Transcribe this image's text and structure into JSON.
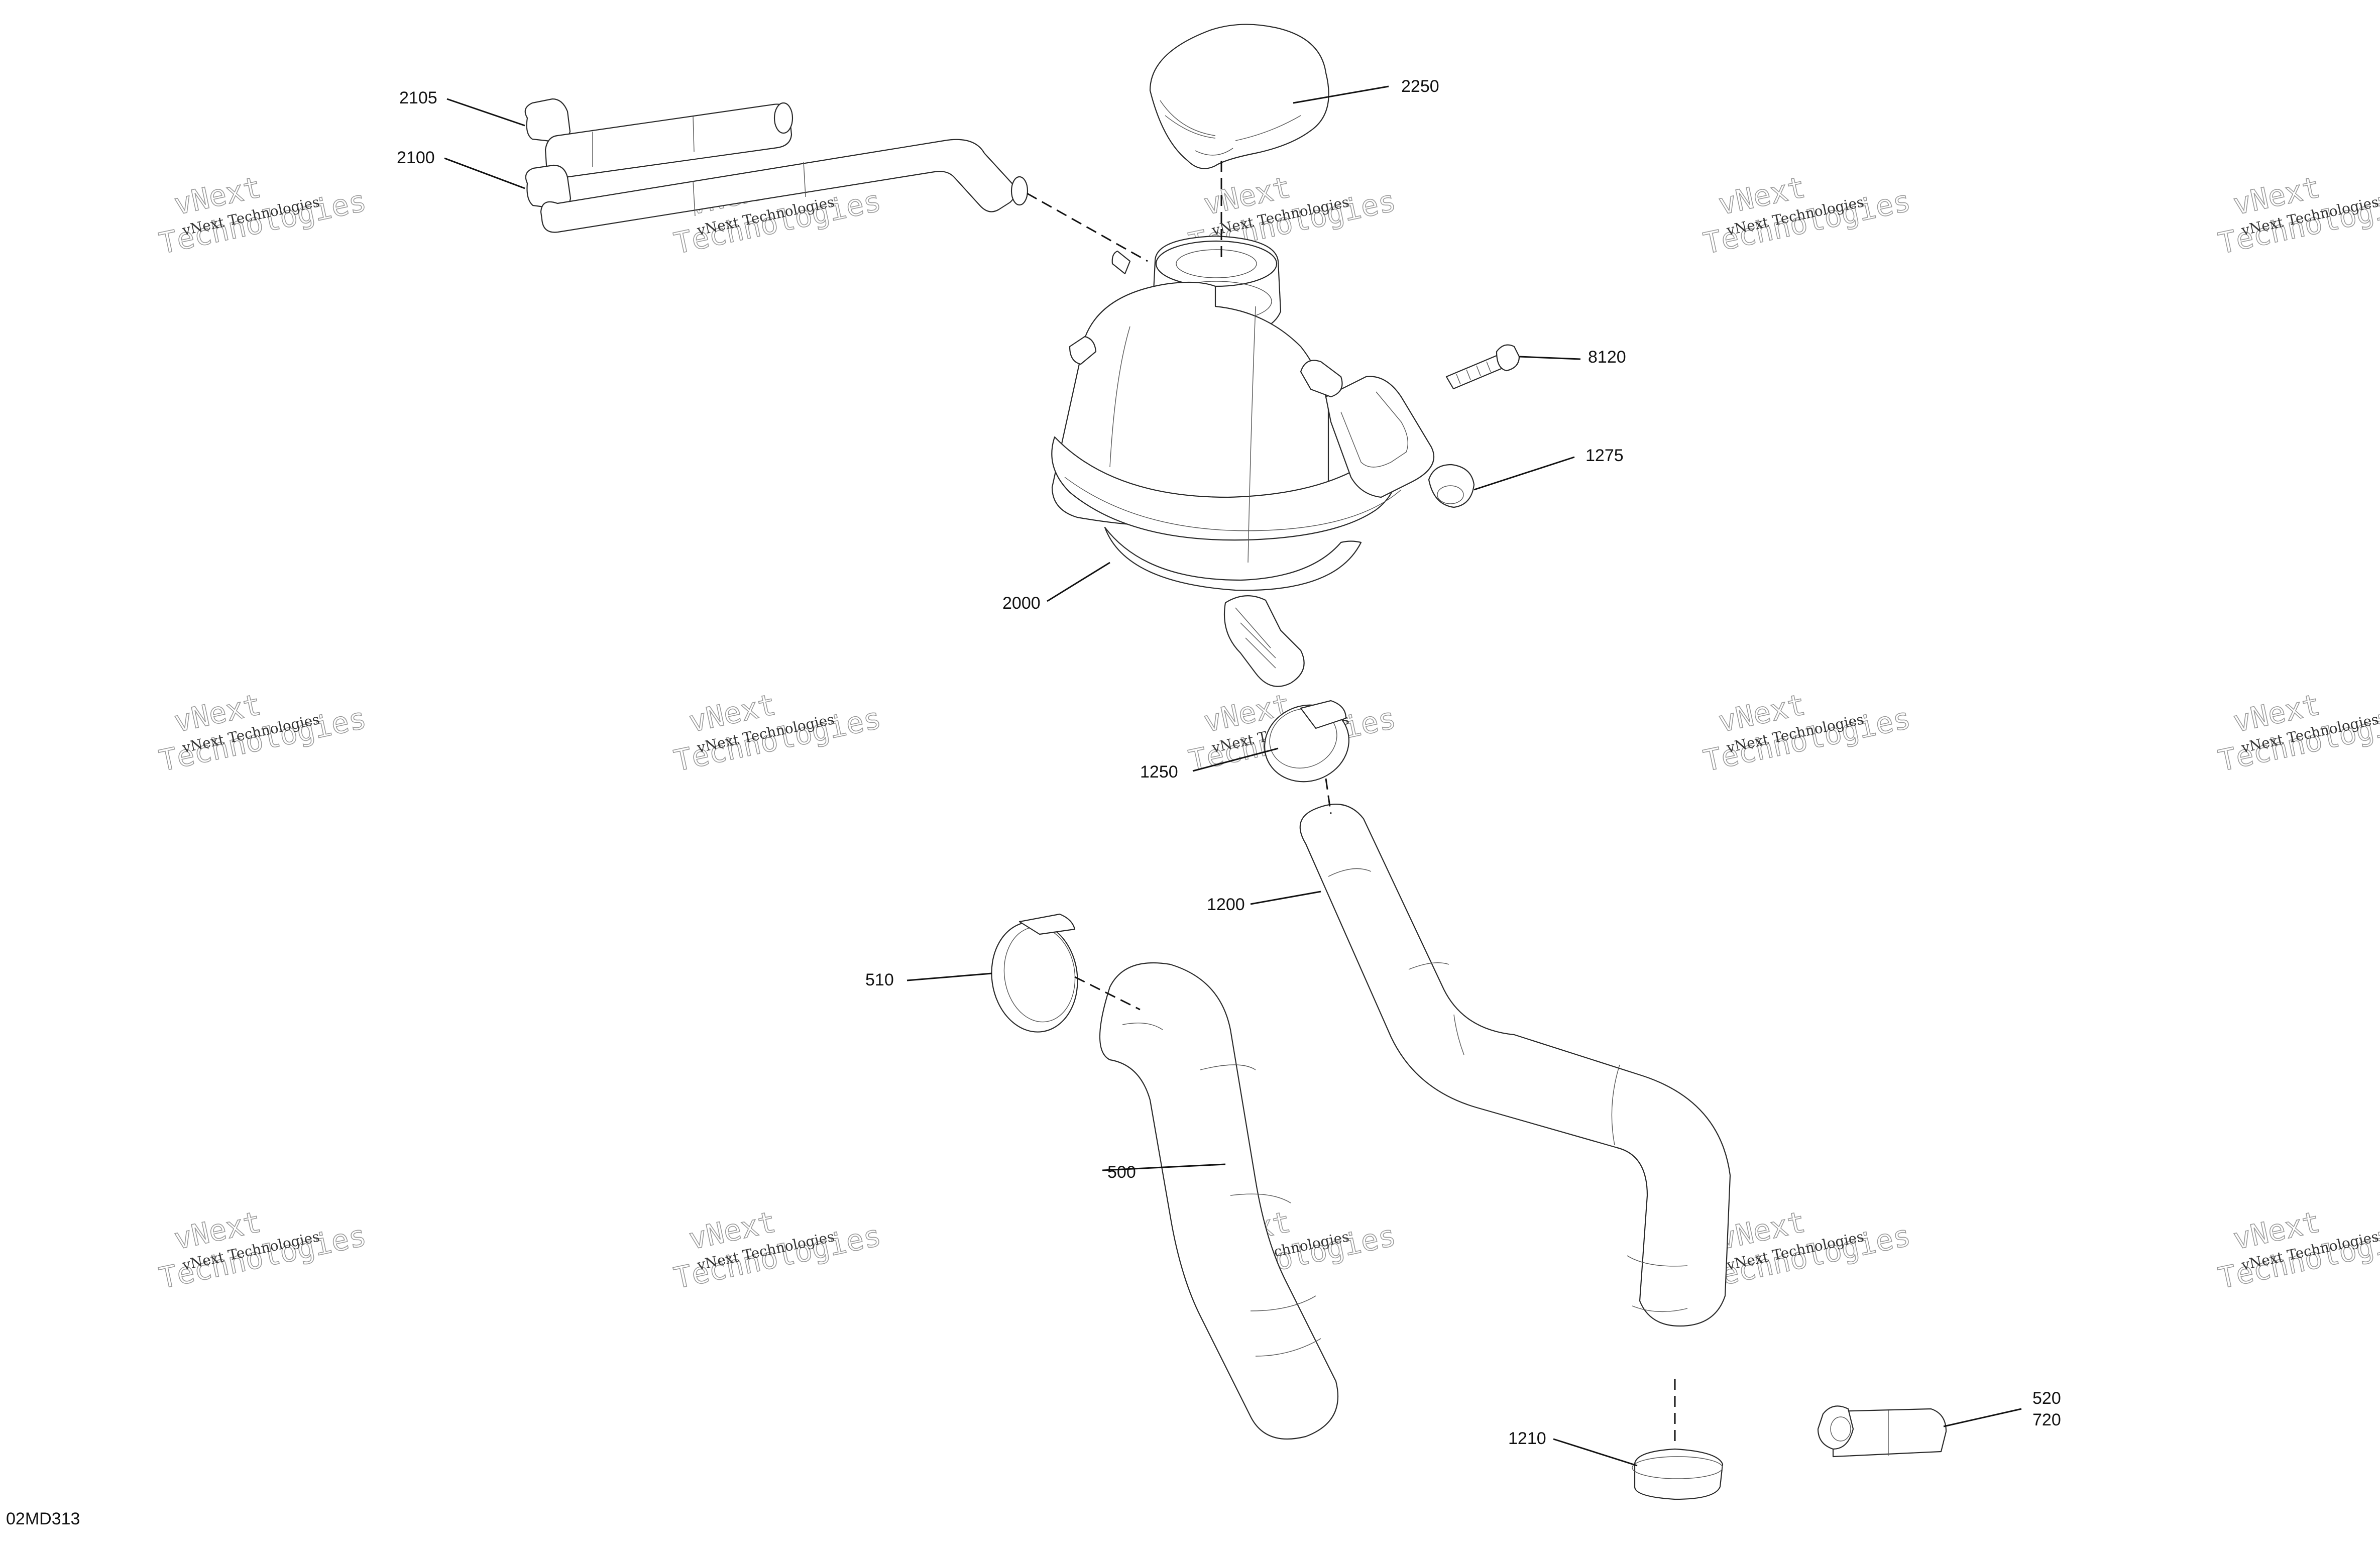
{
  "diagram": {
    "figure_code": "02MD313",
    "callouts": [
      {
        "id": "2105",
        "label": "2105"
      },
      {
        "id": "2100",
        "label": "2100"
      },
      {
        "id": "2250",
        "label": "2250"
      },
      {
        "id": "8120",
        "label": "8120"
      },
      {
        "id": "1275",
        "label": "1275"
      },
      {
        "id": "2000",
        "label": "2000"
      },
      {
        "id": "1250",
        "label": "1250"
      },
      {
        "id": "1200",
        "label": "1200"
      },
      {
        "id": "510",
        "label": "510"
      },
      {
        "id": "500",
        "label": "500"
      },
      {
        "id": "1210",
        "label": "1210"
      },
      {
        "id": "520",
        "label": "520"
      },
      {
        "id": "720",
        "label": "720"
      }
    ],
    "watermark": {
      "line1": "vNext Technologies",
      "line2a": "vNext",
      "line2b": "Technologies"
    }
  },
  "colors": {
    "line": "#2a2a2a",
    "leader": "#111111",
    "watermark": "#9a9a9a",
    "background": "#ffffff"
  }
}
